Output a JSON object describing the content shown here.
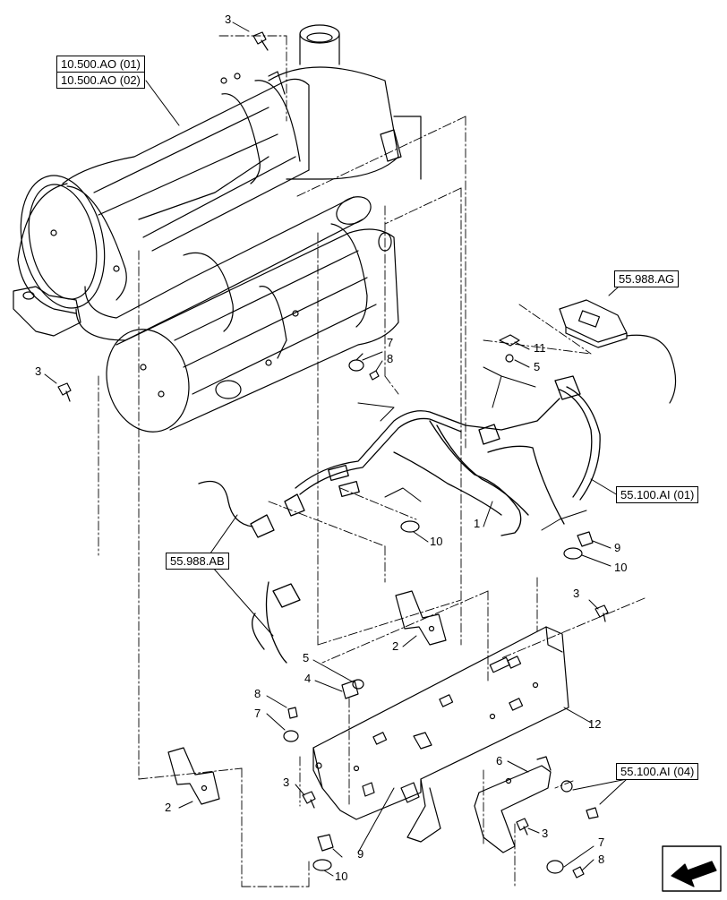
{
  "diagram": {
    "references": {
      "ao_01": "10.500.AO (01)",
      "ao_02": "10.500.AO (02)",
      "ag": "55.988.AG",
      "ab": "55.988.AB",
      "ai_01": "55.100.AI (01)",
      "ai_04": "55.100.AI (04)"
    },
    "callouts": [
      {
        "id": "c3a",
        "label": "3"
      },
      {
        "id": "c3b",
        "label": "3"
      },
      {
        "id": "c7a",
        "label": "7"
      },
      {
        "id": "c8a",
        "label": "8"
      },
      {
        "id": "c11",
        "label": "11"
      },
      {
        "id": "c5a",
        "label": "5"
      },
      {
        "id": "c1",
        "label": "1"
      },
      {
        "id": "c10a",
        "label": "10"
      },
      {
        "id": "c9a",
        "label": "9"
      },
      {
        "id": "c10b",
        "label": "10"
      },
      {
        "id": "c3c",
        "label": "3"
      },
      {
        "id": "c2a",
        "label": "2"
      },
      {
        "id": "c5b",
        "label": "5"
      },
      {
        "id": "c4",
        "label": "4"
      },
      {
        "id": "c8b",
        "label": "8"
      },
      {
        "id": "c7b",
        "label": "7"
      },
      {
        "id": "c12",
        "label": "12"
      },
      {
        "id": "c6",
        "label": "6"
      },
      {
        "id": "c2b",
        "label": "2"
      },
      {
        "id": "c3d",
        "label": "3"
      },
      {
        "id": "c9b",
        "label": "9"
      },
      {
        "id": "c3e",
        "label": "3"
      },
      {
        "id": "c7c",
        "label": "7"
      },
      {
        "id": "c8c",
        "label": "8"
      },
      {
        "id": "c10c",
        "label": "10"
      }
    ],
    "icons": {
      "corner": "arrow-pointer-icon"
    }
  }
}
